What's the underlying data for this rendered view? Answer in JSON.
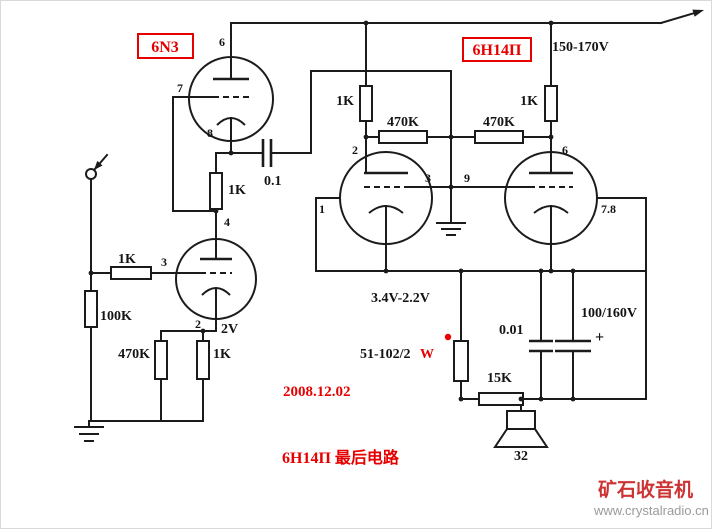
{
  "boxes": {
    "driver_tube": "6N3",
    "output_tube": "6H14П"
  },
  "supply_voltage": "150-170V",
  "pins": {
    "t1_plate": "6",
    "t1_grid": "7",
    "t1_cathode": "8",
    "t2_plate": "4",
    "t2_grid": "3",
    "t2_cathode": "2",
    "ol_plate": "2",
    "ol_side": "1",
    "ol_grid": "3",
    "or_grid": "9",
    "or_plate": "6",
    "or_side": "7.8"
  },
  "values": {
    "plate_r_left": "1K",
    "plate_r_right": "1K",
    "grid_r_left": "470K",
    "grid_r_right": "470K",
    "srpp_r": "1K",
    "coupling_cap": "0.1",
    "grid_stopper": "1K",
    "grid_leak": "100K",
    "feedback_r": "470K",
    "cathode_r": "1K",
    "cathode_bias": "2V",
    "cathode_voltage": "3.4V-2.2V",
    "output_cathode_r": "51-102/2",
    "output_cathode_r_w": "W",
    "bypass_cap": "0.01",
    "electrolytic_cap": "100/160V",
    "electrolytic_plus": "+",
    "load_r": "15K",
    "speaker_impedance": "32"
  },
  "annotations": {
    "date": "2008.12.02",
    "caption": "6H14П 最后电路"
  },
  "watermark": {
    "site_name": "矿石收音机",
    "site_url": "www.crystalradio.cn"
  },
  "colors": {
    "accent_red": "#e60000",
    "watermark_red": "#cd3333",
    "url_gray": "#9a9a9a",
    "wire_black": "#1b1b1b"
  }
}
